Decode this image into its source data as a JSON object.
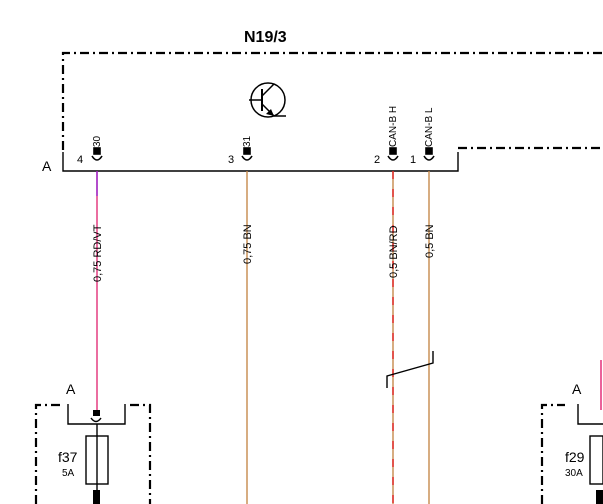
{
  "module": {
    "id": "N19/3",
    "connector": "A"
  },
  "pins": [
    {
      "num": "4",
      "signal": "30"
    },
    {
      "num": "3",
      "signal": "31"
    },
    {
      "num": "2",
      "signal": "CAN-B H"
    },
    {
      "num": "1",
      "signal": "CAN-B L"
    }
  ],
  "wires": [
    {
      "label": "0,75 RD/VT",
      "color": "#e0206e",
      "accent": "#a020c0"
    },
    {
      "label": "0,75 BN",
      "color": "#c68a4c"
    },
    {
      "label": "0,5 BN/RD",
      "color": "#c68a4c",
      "accent": "#e02020"
    },
    {
      "label": "0,5 BN",
      "color": "#c68a4c"
    }
  ],
  "fuses": [
    {
      "id": "f37",
      "rating": "5A",
      "connector": "A"
    },
    {
      "id": "f29",
      "rating": "30A",
      "connector": "A"
    }
  ],
  "colors": {
    "line": "#000000",
    "red": "#e02020",
    "brown": "#c68a4c",
    "magenta": "#e0206e",
    "violet": "#a020c0"
  }
}
